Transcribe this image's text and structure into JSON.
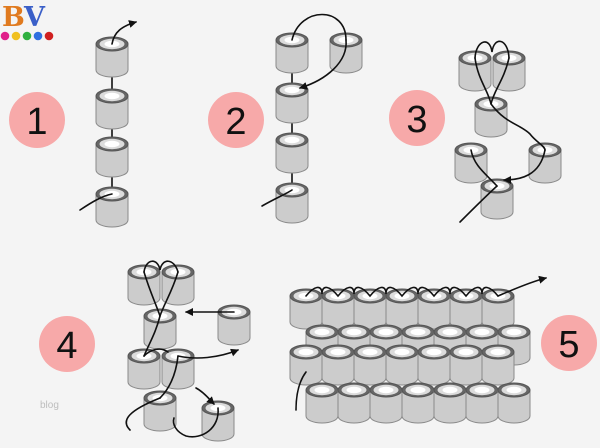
{
  "logo": {
    "letters": [
      "B",
      "V"
    ],
    "letter_colors": [
      "#e07a1f",
      "#3a5fc8"
    ],
    "dot_colors": [
      "#e0208a",
      "#f0c020",
      "#30b040",
      "#2f6fe0",
      "#d02020"
    ]
  },
  "steps": [
    {
      "number": "1"
    },
    {
      "number": "2"
    },
    {
      "number": "3"
    },
    {
      "number": "4"
    },
    {
      "number": "5"
    }
  ],
  "watermark": "blog",
  "colors": {
    "background": "#f4f4f4",
    "badge": "#f7a9a9",
    "bead_body": "#cccccc",
    "bead_rim": "#666666",
    "bead_top": "#dcdcdc",
    "bead_hole": "#ffffff",
    "thread": "#111111"
  }
}
